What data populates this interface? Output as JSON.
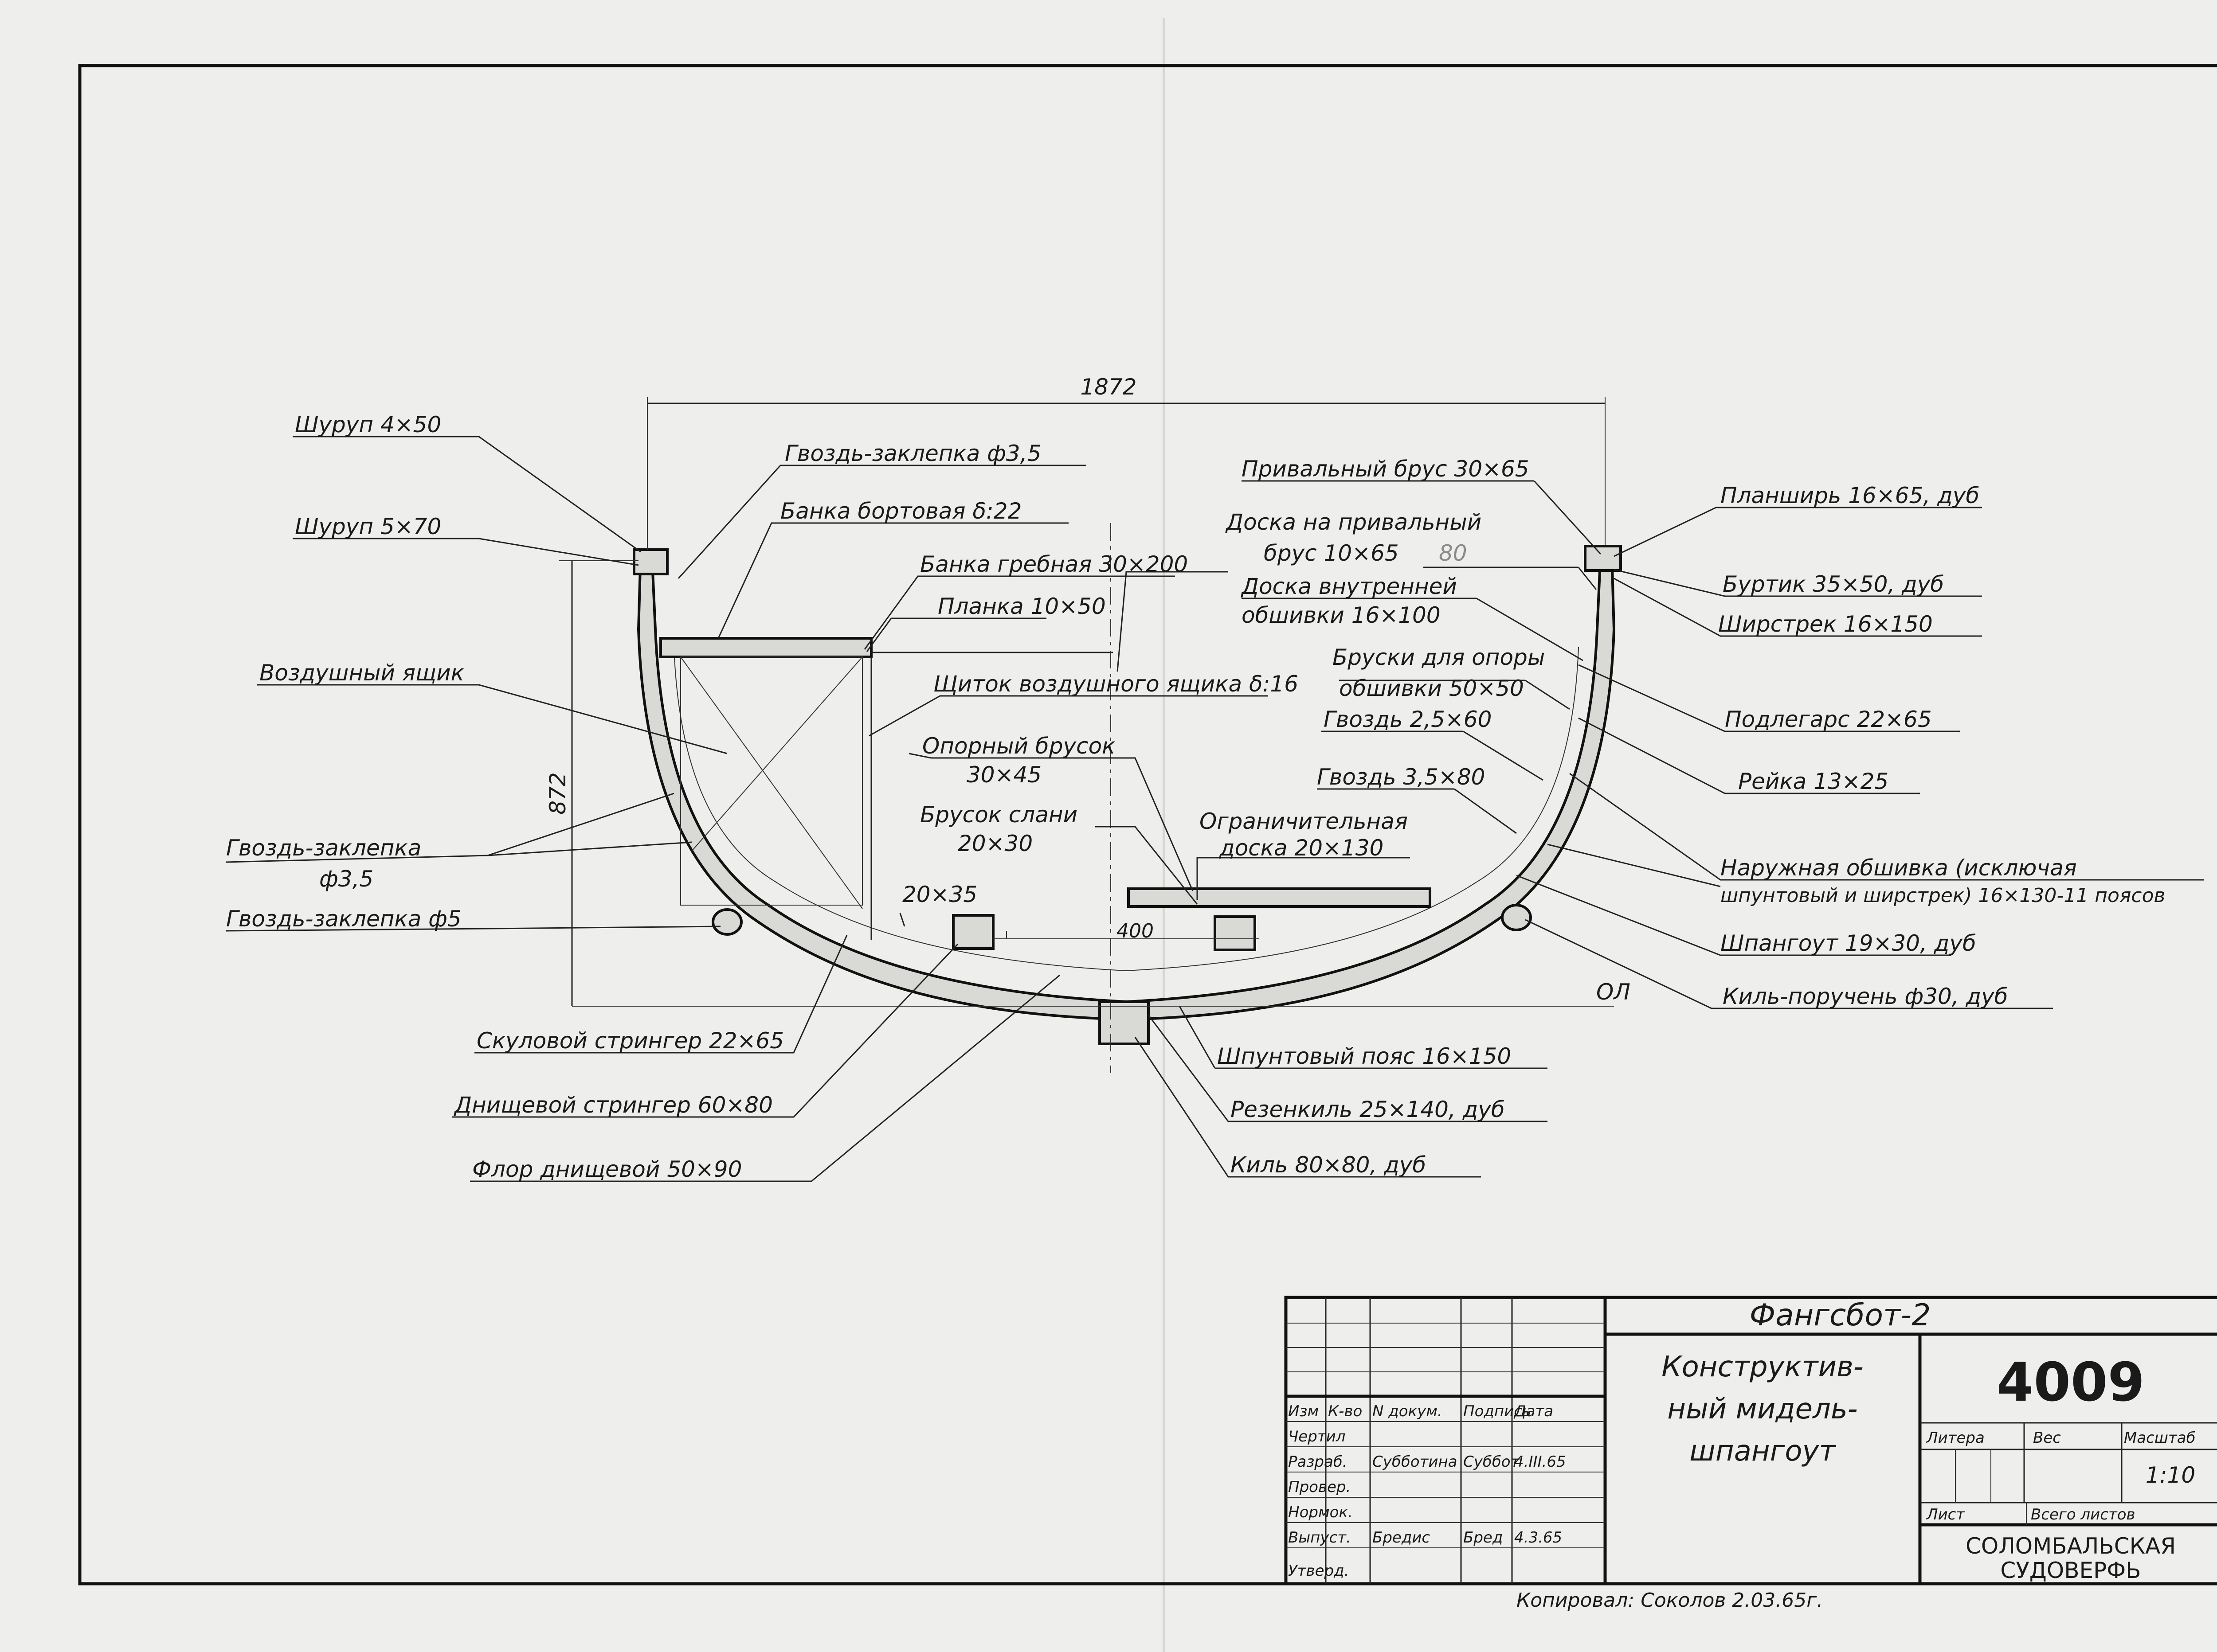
{
  "drawing": {
    "dimensions": {
      "width": "1872",
      "height": "872"
    },
    "waterline_label": "ОЛ",
    "keel_offset": "400",
    "labels_left": [
      "Шуруп 4×50",
      "Шуруп 5×70",
      "Воздушный ящик",
      "Гвоздь-заклепка",
      "ф3,5",
      "Гвоздь-заклепка ф5",
      "Скуловой стрингер 22×65",
      "Днищевой стрингер 60×80",
      "Флор днищевой 50×90"
    ],
    "labels_center": [
      "Гвоздь-заклепка ф3,5",
      "Банка бортовая δ:22",
      "Банка гребная 30×200",
      "Планка 10×50",
      "Щиток воздушного ящика δ:16",
      "Опорный брусок",
      "30×45",
      "Брусок слани",
      "20×30",
      "20×35",
      "Ограничительная",
      "доска 20×130",
      "Шпунтовый пояс 16×150",
      "Резенкиль 25×140, дуб",
      "Киль 80×80, дуб"
    ],
    "labels_right_inner": [
      "Привальный брус 30×65",
      "Доска на привальный",
      "брус 10×65",
      "80",
      "Доска внутренней",
      "обшивки 16×100",
      "Бруски для опоры",
      "обшивки 50×50",
      "Гвоздь 2,5×60",
      "Гвоздь 3,5×80"
    ],
    "labels_right": [
      "Планширь 16×65, дуб",
      "Буртик 35×50, дуб",
      "Ширстрек 16×150",
      "Подлегарс 22×65",
      "Рейка 13×25",
      "Наружная обшивка (исключая",
      "шпунтовый и ширстрек) 16×130-11 поясов",
      "Шпангоут 19×30, дуб",
      "Киль-поручень ф30, дуб"
    ]
  },
  "title_block": {
    "project": "Фангсбот-2",
    "title_lines": [
      "Конструктив-",
      "ный мидель-",
      "шпангоут"
    ],
    "doc_number": "4009",
    "header_cols": [
      "Изм",
      "К-во",
      "N докум.",
      "Подпись",
      "Дата"
    ],
    "rows": [
      {
        "role": "Чертил",
        "name": "",
        "sign": "",
        "date": ""
      },
      {
        "role": "Разраб.",
        "name": "Субботина",
        "sign": "Суббот",
        "date": "4.III.65"
      },
      {
        "role": "Провер.",
        "name": "",
        "sign": "",
        "date": ""
      },
      {
        "role": "Нормок.",
        "name": "",
        "sign": "",
        "date": ""
      },
      {
        "role": "Выпуст.",
        "name": "Бредис",
        "sign": "Бред",
        "date": "4.3.65"
      },
      {
        "role": "Утверд.",
        "name": "",
        "sign": "",
        "date": ""
      }
    ],
    "litera_label": "Литера",
    "weight_label": "Вес",
    "scale_label": "Масштаб",
    "scale_value": "1:10",
    "sheet_label": "Лист",
    "sheets_total_label": "Всего листов",
    "org": [
      "СОЛОМБАЛЬСКАЯ",
      "СУДОВЕРФЬ"
    ]
  },
  "copied_by": "Копировал: Соколов   2.03.65г."
}
